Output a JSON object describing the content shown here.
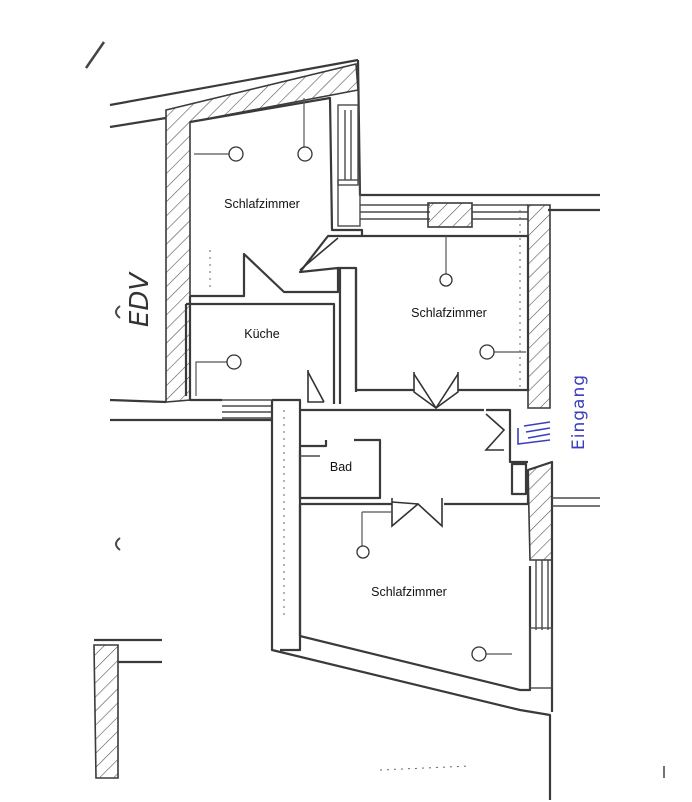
{
  "rooms": {
    "bedroom_top": "Schlafzimmer",
    "bedroom_middle": "Schlafzimmer",
    "kitchen": "Küche",
    "bathroom": "Bad",
    "bedroom_bottom": "Schlafzimmer"
  },
  "annotations": {
    "edv": "EDV",
    "entrance": "Eingang"
  },
  "colors": {
    "entrance_ink": "#3b3fbf",
    "wall_ink": "#3a3a3a"
  },
  "icons": {
    "outlet": "electrical-outlet-icon",
    "entrance_arrow": "entrance-arrow-icon"
  }
}
